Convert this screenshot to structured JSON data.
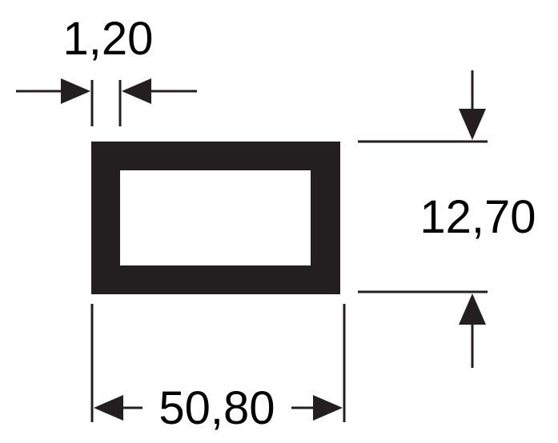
{
  "drawing": {
    "wall_thickness_label": "1,20",
    "height_label": "12,70",
    "width_label": "50,80"
  },
  "colors": {
    "ink": "#231f20",
    "paper": "#ffffff"
  }
}
